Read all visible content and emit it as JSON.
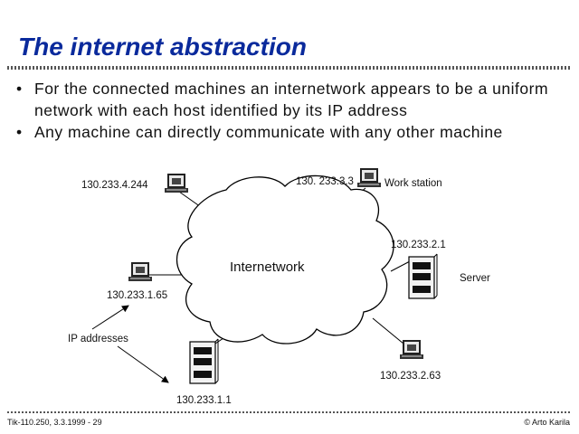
{
  "slide": {
    "title": "The internet abstraction",
    "bullets": [
      "For the connected machines an internetwork appears to be a uniform network with each host identified by its IP address",
      "Any machine can directly communicate with any other machine"
    ]
  },
  "diagram": {
    "cloud_label": "Internetwork",
    "hosts": [
      {
        "ip": "130.233.4.244",
        "kind": "workstation"
      },
      {
        "ip": "130. 233.3.3",
        "kind": "workstation",
        "role": "Work station"
      },
      {
        "ip": "130.233.2.1",
        "kind": "server",
        "role": "Server"
      },
      {
        "ip": "130.233.1.65",
        "kind": "workstation"
      },
      {
        "ip": "130.233.2.63",
        "kind": "workstation"
      },
      {
        "ip": "130.233.1.1",
        "kind": "server"
      }
    ],
    "annotation": "IP addresses"
  },
  "footer": {
    "left": "Tik-110.250, 3.3.1999 - 29",
    "right": "© Arto Karila"
  }
}
